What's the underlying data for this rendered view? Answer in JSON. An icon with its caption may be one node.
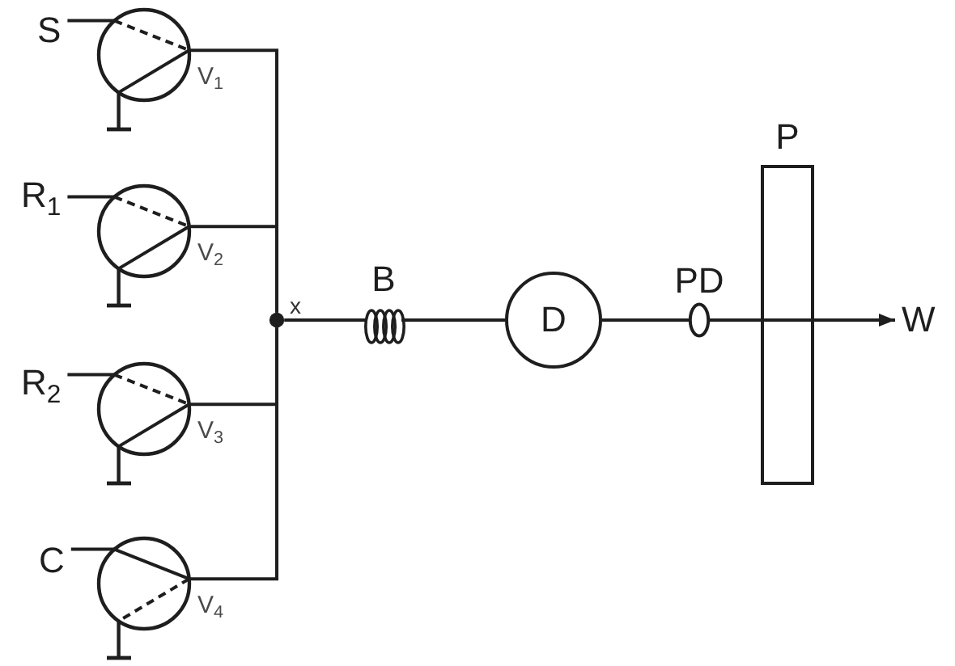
{
  "diagram": {
    "nodes": [
      {
        "text": [
          "S"
        ]
      },
      {
        "text": [
          "V$_{1}$"
        ]
      },
      {
        "text": [
          "R$_{1}$"
        ]
      },
      {
        "text": [
          "V$_{2}$"
        ]
      },
      {
        "text": [
          "R$_{2}$"
        ]
      },
      {
        "text": [
          "V$_{3}$"
        ]
      },
      {
        "text": [
          "C"
        ]
      },
      {
        "text": [
          "V$_{4}$"
        ]
      },
      {
        "text": [
          "x"
        ]
      },
      {
        "text": [
          "B"
        ]
      },
      {
        "text": [
          "D"
        ]
      },
      {
        "text": [
          "PD"
        ]
      },
      {
        "text": [
          "P"
        ]
      },
      {
        "text": [
          "W"
        ]
      }
    ],
    "edges": [
      {
        "from": 0,
        "to": 1,
        "arrow": "none"
      },
      {
        "from": 2,
        "to": 3,
        "arrow": "none"
      },
      {
        "from": 4,
        "to": 5,
        "arrow": "none"
      },
      {
        "from": 6,
        "to": 7,
        "arrow": "none"
      },
      {
        "from": 1,
        "to": 8,
        "arrow": "none"
      },
      {
        "from": 3,
        "to": 8,
        "arrow": "none"
      },
      {
        "from": 5,
        "to": 8,
        "arrow": "none"
      },
      {
        "from": 7,
        "to": 8,
        "arrow": "none"
      },
      {
        "from": 8,
        "to": 9,
        "arrow": "none"
      },
      {
        "from": 9,
        "to": 10,
        "arrow": "none"
      },
      {
        "from": 10,
        "to": 11,
        "arrow": "none"
      },
      {
        "from": 11,
        "to": 12,
        "arrow": "none"
      },
      {
        "from": 12,
        "to": 13,
        "arrow": "to"
      }
    ]
  }
}
